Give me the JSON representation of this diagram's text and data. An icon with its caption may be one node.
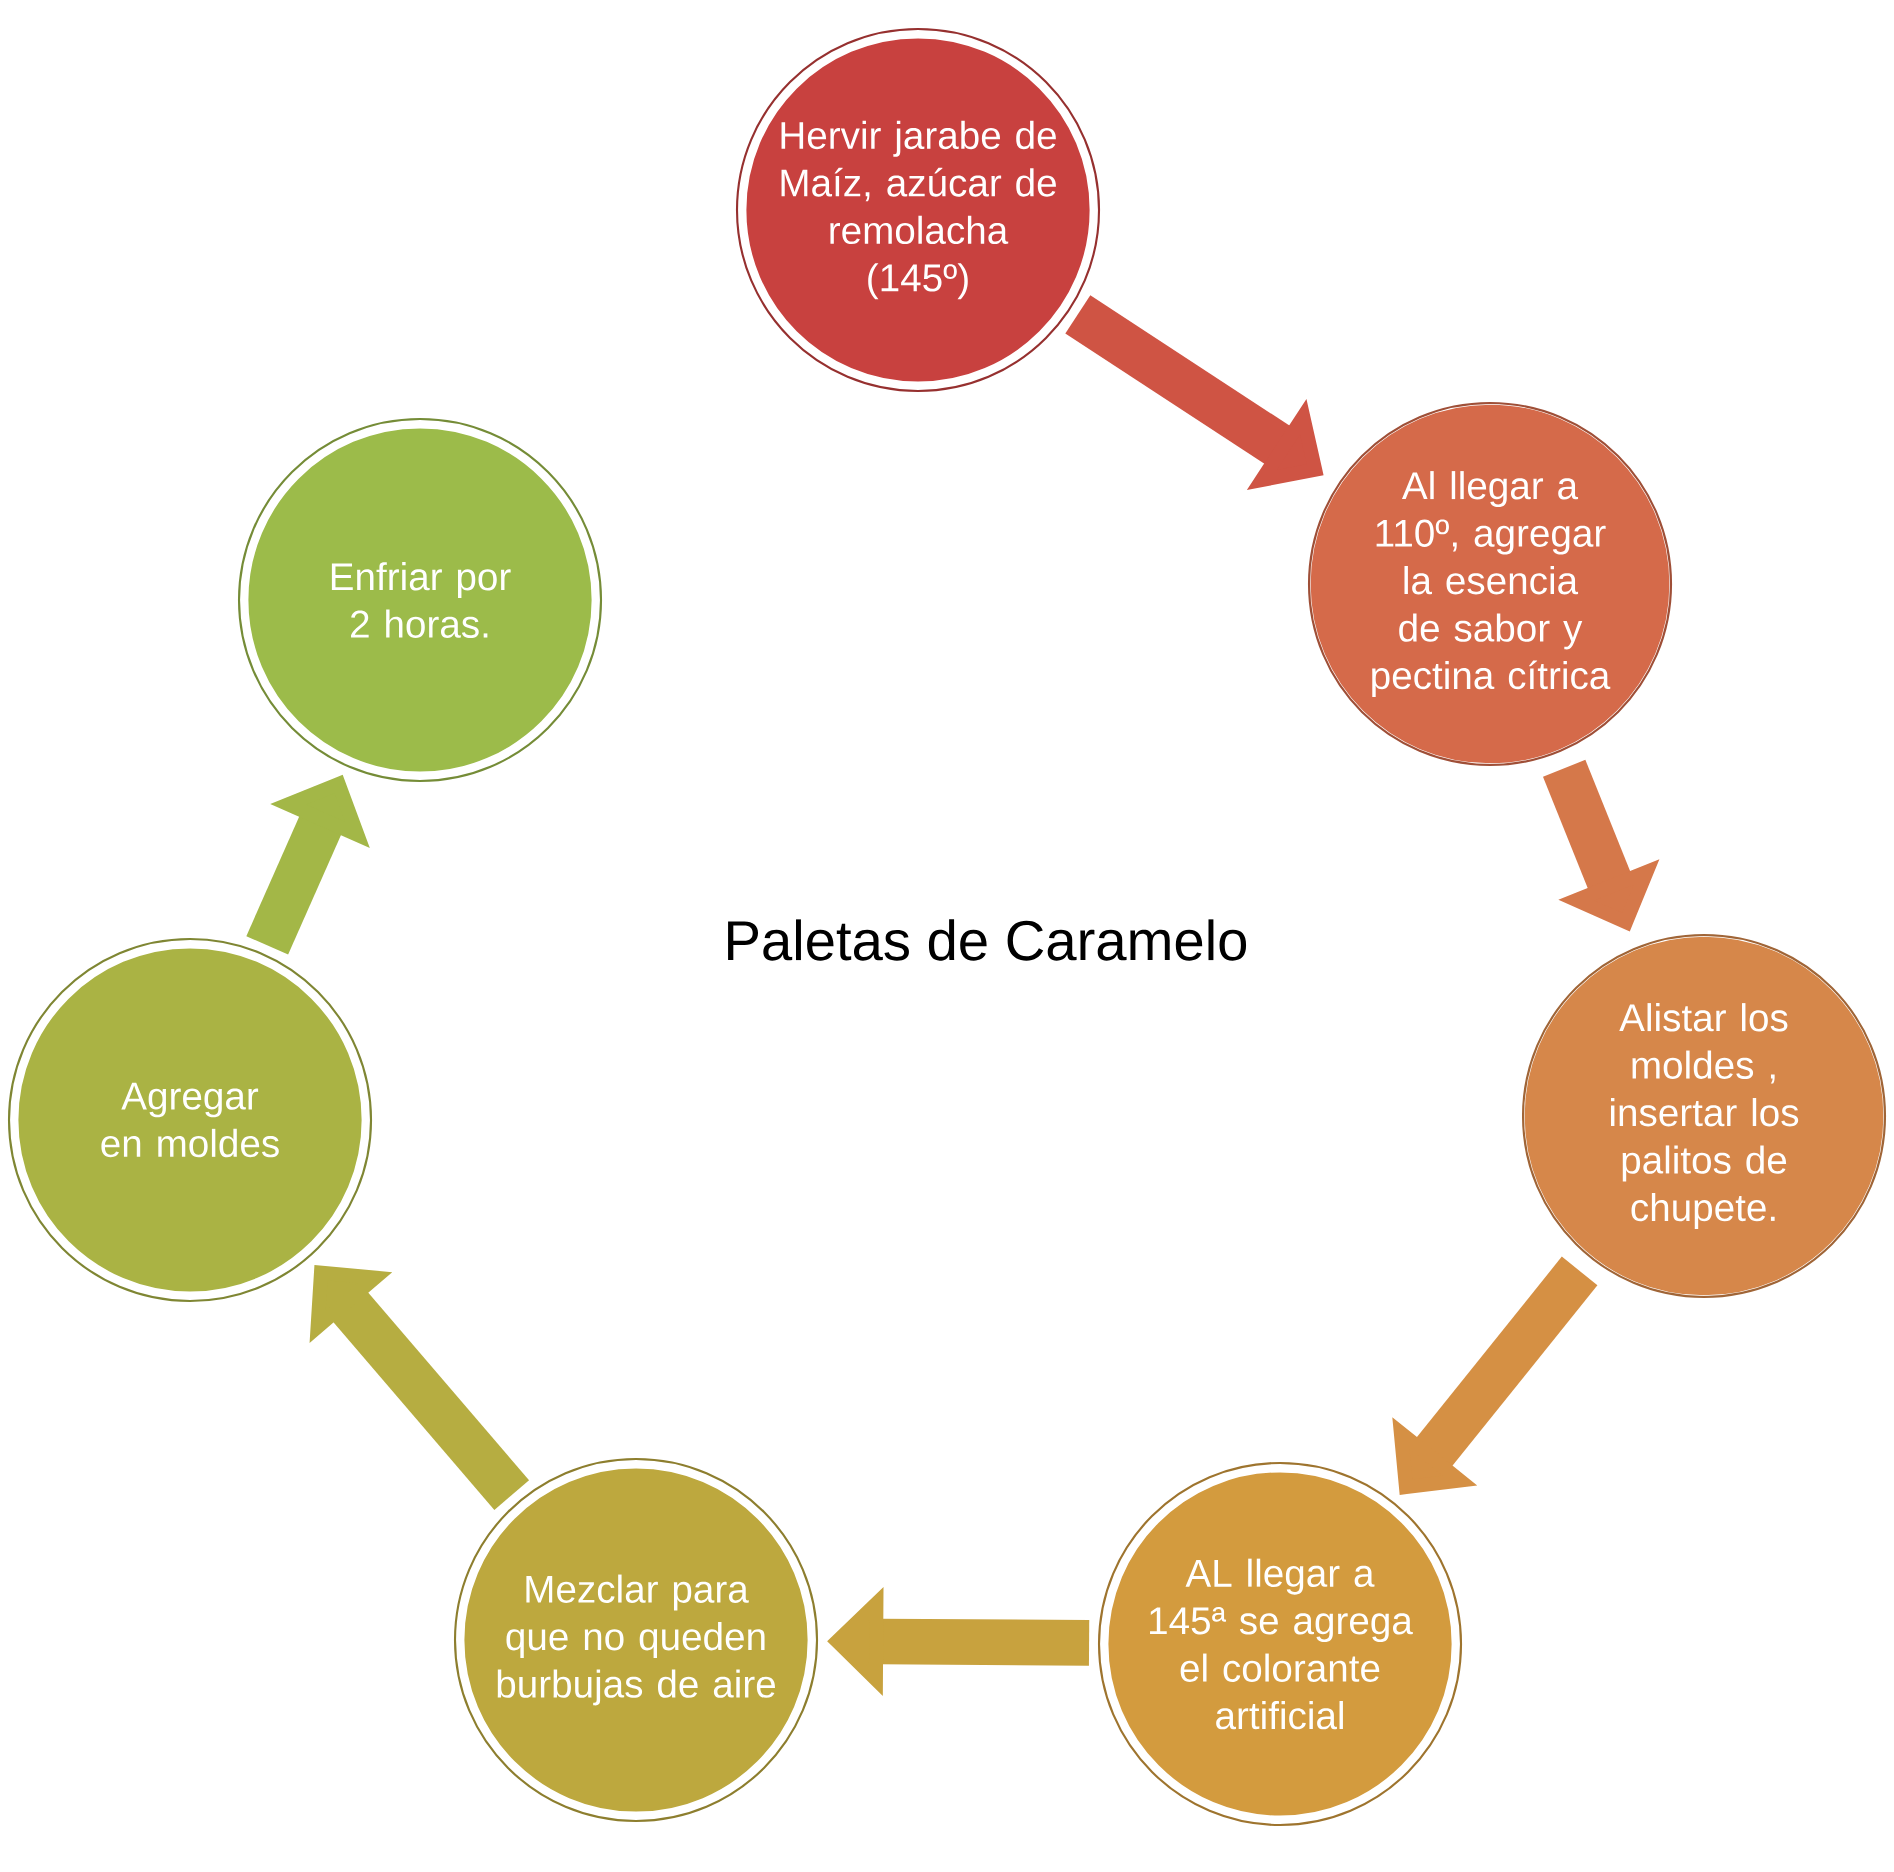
{
  "diagram": {
    "nodes": [
      {
        "text": [
          "Hervir jarabe de Maíz, azúcar de remolacha (145º)"
        ]
      },
      {
        "text": [
          "Al llegar a 110º, agregar la esencia de sabor y pectina cítrica"
        ]
      },
      {
        "text": [
          "Alistar los moldes , insertar los palitos de chupete."
        ]
      },
      {
        "text": [
          "AL llegar a 145ª se agrega el colorante artificial"
        ]
      },
      {
        "text": [
          "Mezclar para que no queden burbujas de aire"
        ]
      },
      {
        "text": [
          "Agregar en moldes"
        ]
      },
      {
        "text": [
          "Enfriar por 2 horas."
        ]
      }
    ],
    "edges": [
      {
        "from": 0,
        "to": 1,
        "arrow": "to",
        "color": "#cf5444"
      },
      {
        "from": 1,
        "to": 2,
        "arrow": "to",
        "color": "#d5784a"
      },
      {
        "from": 2,
        "to": 3,
        "arrow": "to",
        "color": "#d59044"
      },
      {
        "from": 3,
        "to": 4,
        "arrow": "to",
        "color": "#c8a23e"
      },
      {
        "from": 4,
        "to": 5,
        "arrow": "to",
        "color": "#b6ad41"
      },
      {
        "from": 5,
        "to": 6,
        "arrow": "to",
        "color": "#a3b747"
      }
    ],
    "labels": [
      "Paletas de Caramelo"
    ]
  }
}
